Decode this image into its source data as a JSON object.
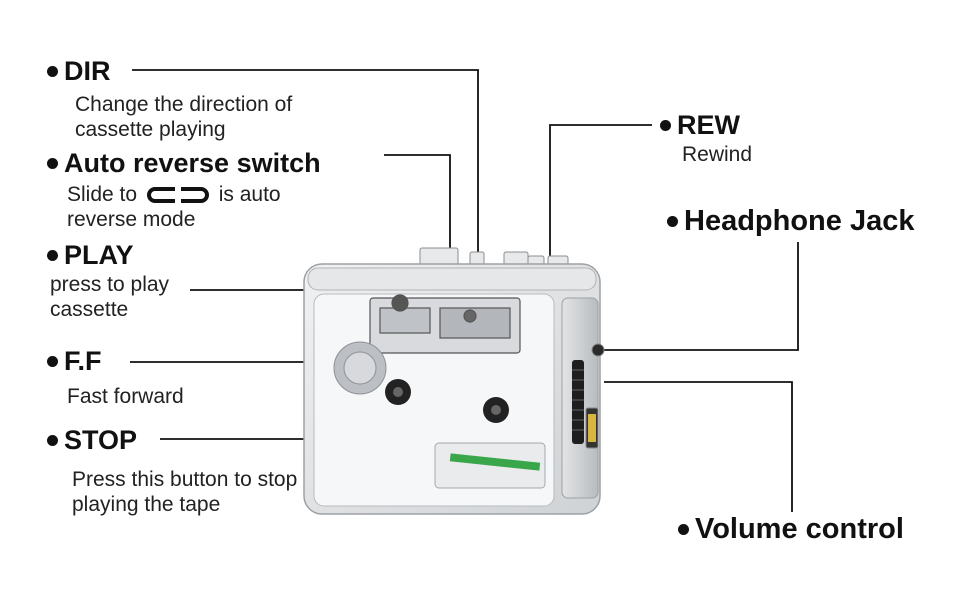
{
  "callouts": {
    "dir": {
      "title": "DIR",
      "desc": [
        "Change the direction of",
        "cassette playing"
      ]
    },
    "auto_reverse": {
      "title": "Auto reverse switch",
      "desc_prefix": "Slide to",
      "desc_suffix": "is auto",
      "desc_line2": "reverse mode"
    },
    "play": {
      "title": "PLAY",
      "desc": [
        "press to play",
        "cassette"
      ]
    },
    "ff": {
      "title": "F.F",
      "desc": [
        "Fast forward"
      ]
    },
    "stop": {
      "title": "STOP",
      "desc": [
        "Press this button to stop",
        "playing the tape"
      ]
    },
    "rew": {
      "title": "REW",
      "desc": [
        "Rewind"
      ]
    },
    "headphone": {
      "title": "Headphone Jack"
    },
    "volume": {
      "title": "Volume control"
    }
  },
  "colors": {
    "line": "#111111",
    "body": "#d7d9dc",
    "accent_green": "#3aa64a"
  },
  "icons": {
    "bullet": "filled-circle",
    "reverse_mode": "auto-reverse-loop-icon"
  }
}
